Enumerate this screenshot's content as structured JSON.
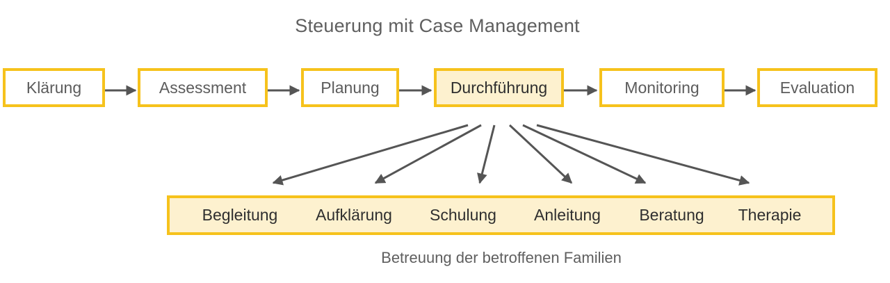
{
  "diagram": {
    "title": "Steuerung mit Case Management",
    "caption": "Betreuung der betroffenen Familien",
    "accent_color": "#f6c21c",
    "highlight_fill": "#fdf1cf",
    "arrow_color": "#555555",
    "process_steps": [
      {
        "label": "Klärung",
        "highlighted": false
      },
      {
        "label": "Assessment",
        "highlighted": false
      },
      {
        "label": "Planung",
        "highlighted": false
      },
      {
        "label": "Durchführung",
        "highlighted": true
      },
      {
        "label": "Monitoring",
        "highlighted": false
      },
      {
        "label": "Evaluation",
        "highlighted": false
      }
    ],
    "services": [
      {
        "label": "Begleitung"
      },
      {
        "label": "Aufklärung"
      },
      {
        "label": "Schulung"
      },
      {
        "label": "Anleitung"
      },
      {
        "label": "Beratung"
      },
      {
        "label": "Therapie"
      }
    ]
  }
}
